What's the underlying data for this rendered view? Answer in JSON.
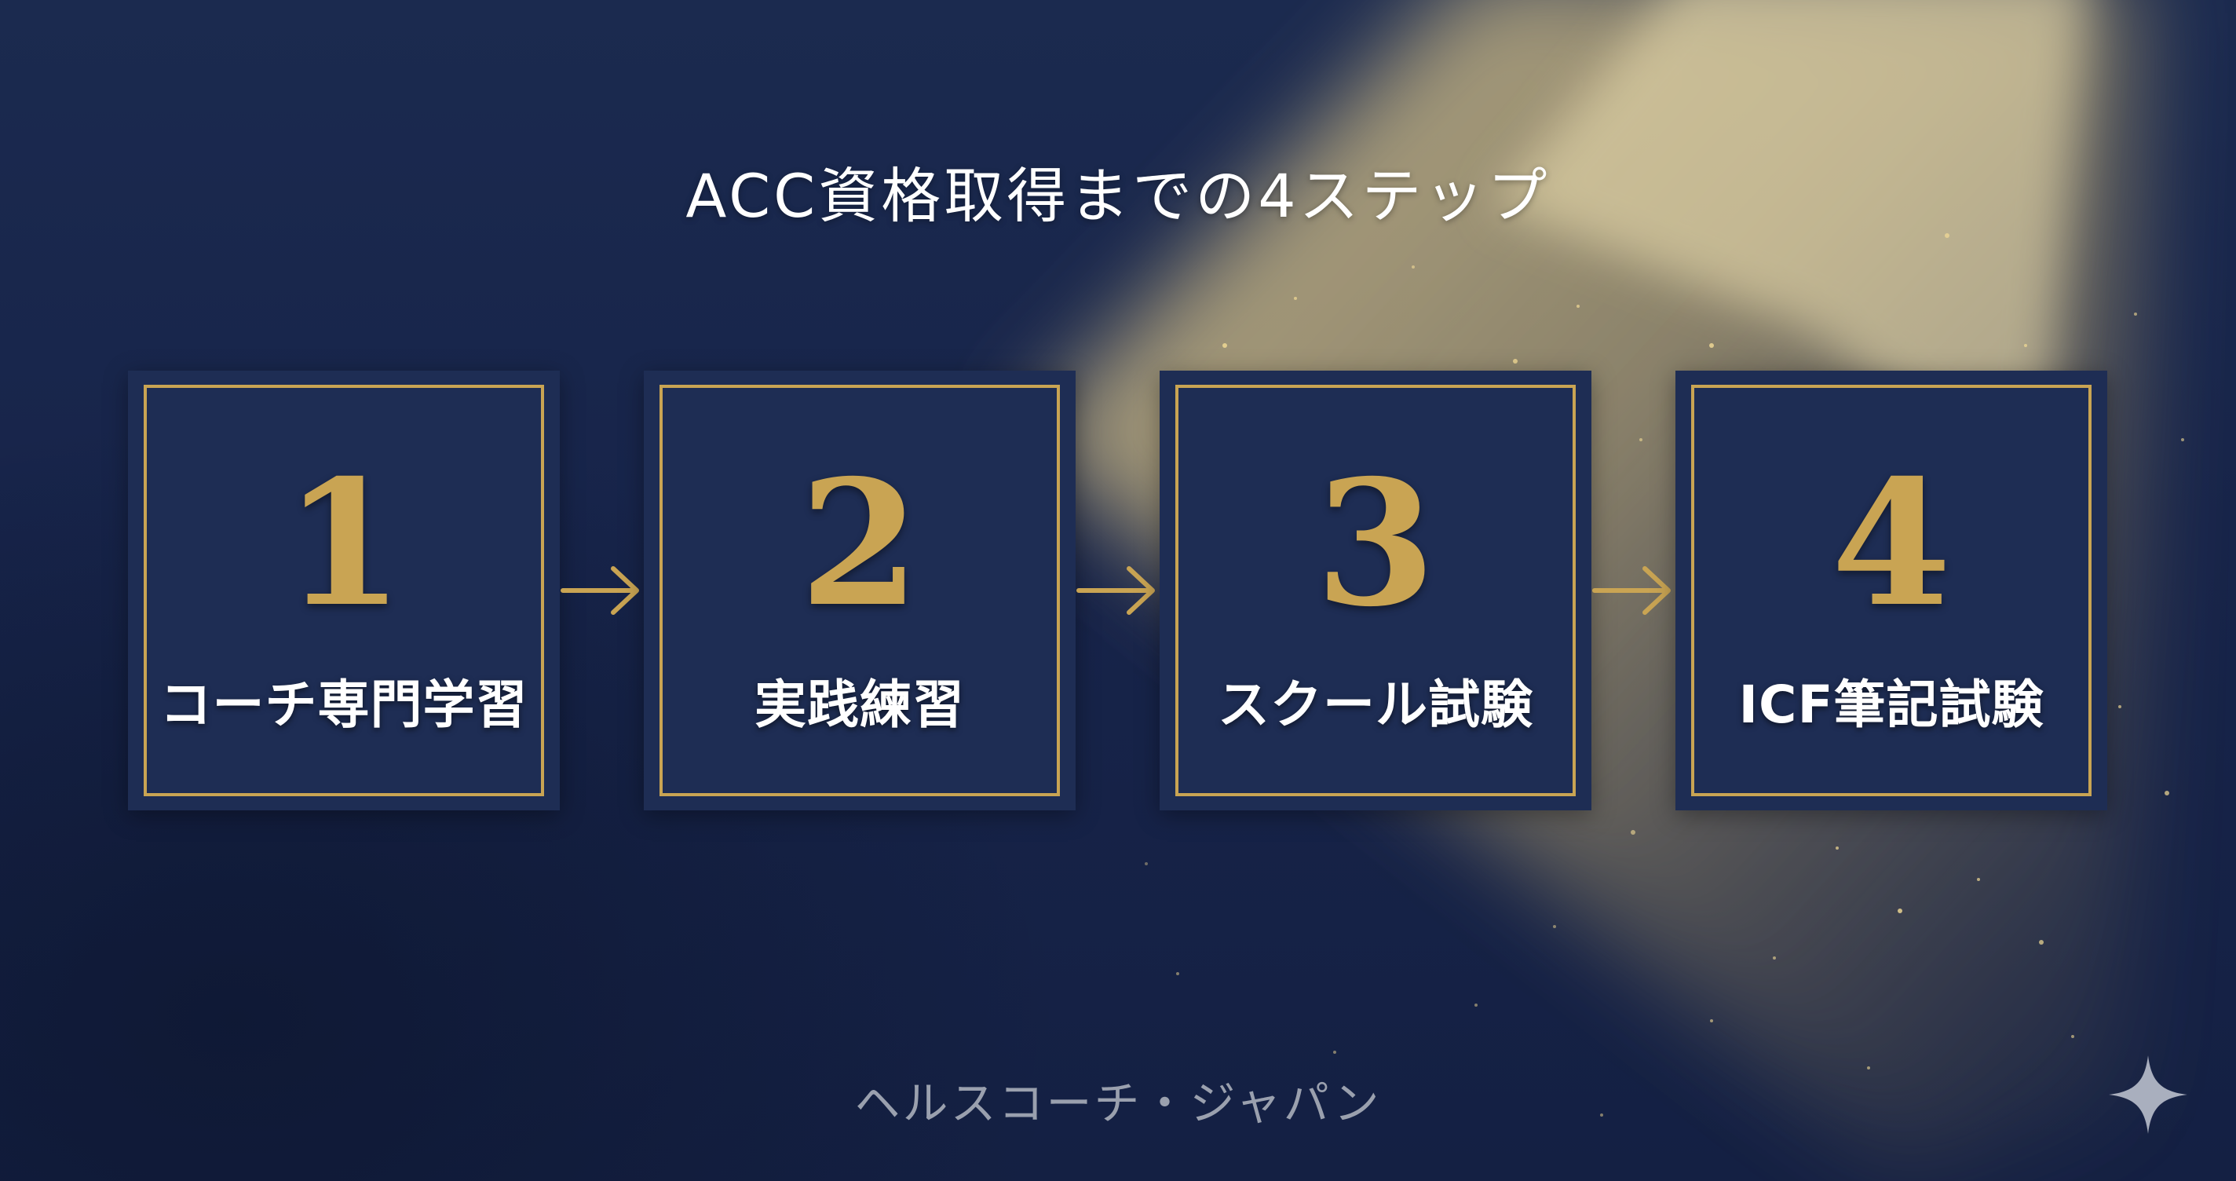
{
  "title": "ACC資格取得までの4ステップ",
  "steps": [
    {
      "number": "1",
      "label": "コーチ専門学習"
    },
    {
      "number": "2",
      "label": "実践練習"
    },
    {
      "number": "3",
      "label": "スクール試験"
    },
    {
      "number": "4",
      "label": "ICF筆記試験"
    }
  ],
  "footer": "ヘルスコーチ・ジャパン",
  "colors": {
    "background": "#17244a",
    "card": "#1e2d54",
    "gold": "#c9a453",
    "text": "#ffffff",
    "footer_text": "#9aa0ae"
  },
  "icons": {
    "arrow": "right-arrow-icon",
    "corner": "sparkle-icon"
  }
}
